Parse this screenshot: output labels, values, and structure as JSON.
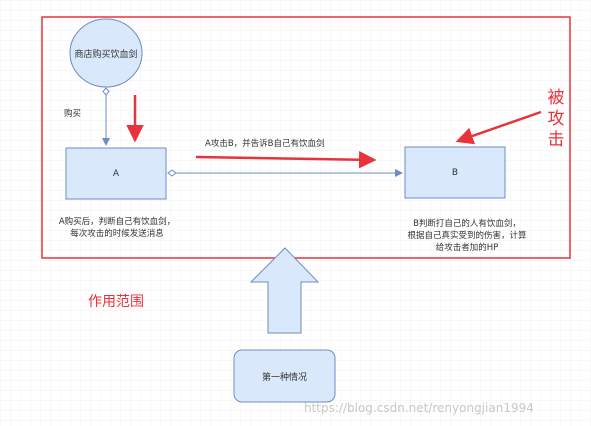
{
  "diagram": {
    "nodes": {
      "shop": "商店购买饮血剑",
      "a": "A",
      "b": "B",
      "case1": "第一种情况"
    },
    "edges": {
      "buy": "购买",
      "attack": "A攻击B，并告诉B自己有饮血剑"
    },
    "notes": {
      "a_line1": "A购买后，判断自己有饮血剑，",
      "a_line2": "每次攻击的时候发送消息",
      "b_line1": "B判断打自己的人有饮血剑，",
      "b_line2": "根据自己真实受到的伤害，计算",
      "b_line3": "给攻击者加的HP"
    },
    "annotations": {
      "attacked": "被\n攻\n击",
      "scope": "作用范围"
    }
  },
  "watermark": "https://blog.csdn.net/renyongjian1994",
  "colors": {
    "node_fill": "#dae8fc",
    "node_stroke": "#6c8ebf",
    "scope_red": "#e8323c",
    "grid": "#eeeeee"
  }
}
